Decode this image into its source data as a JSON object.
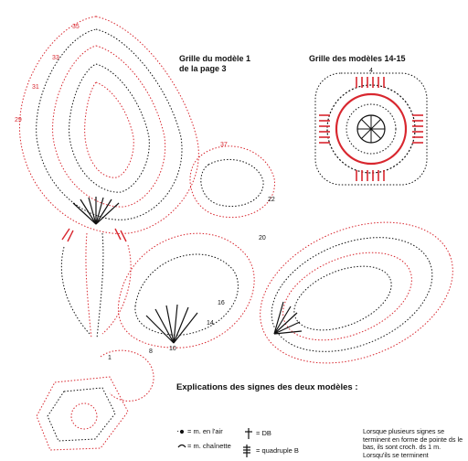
{
  "titles": {
    "model1": [
      "Grille du modèle 1",
      "de la page 3"
    ],
    "model14": "Grille des modèles 14-15"
  },
  "round_numbers": [
    "35",
    "33",
    "31",
    "29",
    "4",
    "37",
    "22",
    "20",
    "16",
    "14",
    "8",
    "10",
    "1"
  ],
  "legend": {
    "title": "Explications des signes des deux modèles :",
    "items": [
      {
        "symbol": "·",
        "text": "= m. en l'air"
      },
      {
        "symbol": "⌒",
        "text": "= m. chaînette"
      },
      {
        "symbol": "†",
        "text": "= DB"
      },
      {
        "symbol": "‡",
        "text": "= quadruple B"
      }
    ],
    "note": "Lorsque plusieurs signes se terminent en forme de pointe ds le bas, ils sont croch. ds 1 m. Lorsqu'ils se terminent"
  },
  "colors": {
    "red": "#d8262e",
    "black": "#111111",
    "background": "#ffffff"
  }
}
